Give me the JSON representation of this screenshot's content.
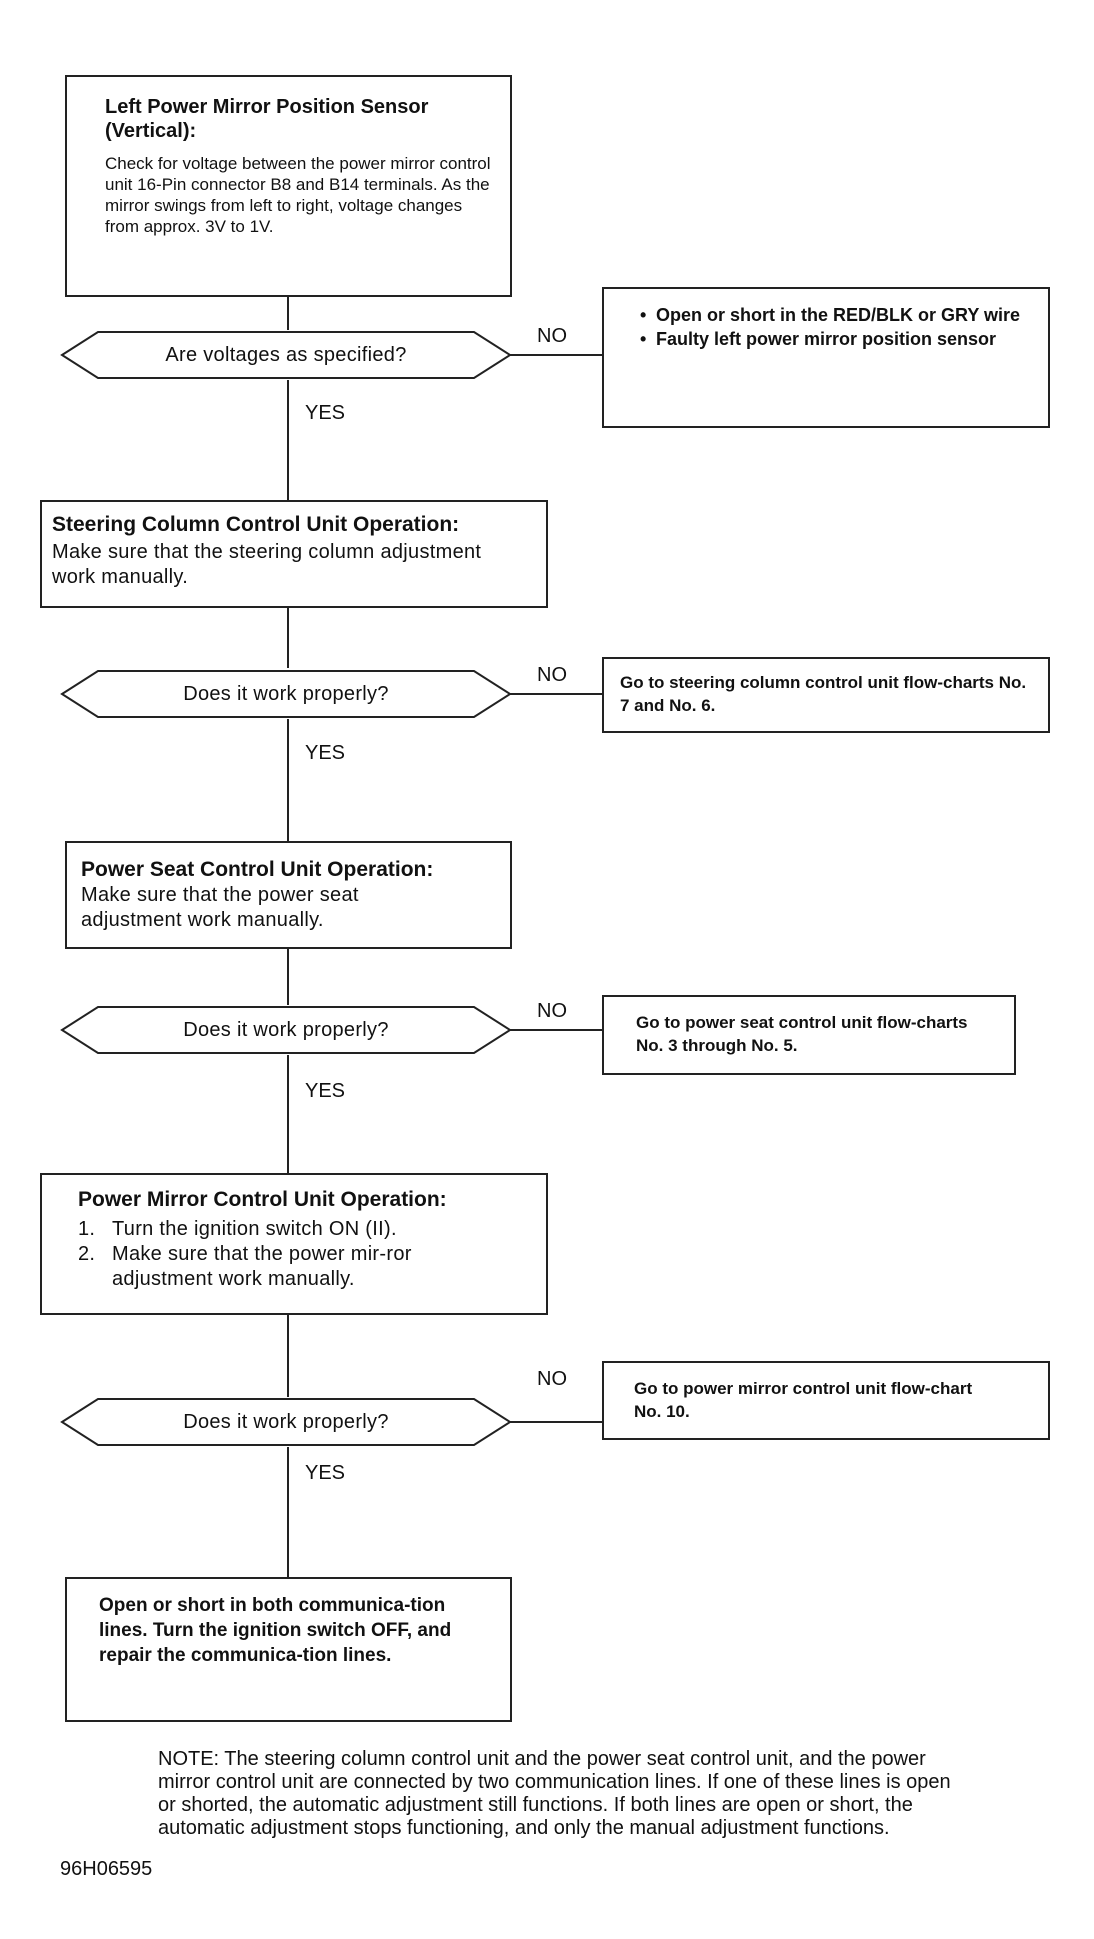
{
  "box1": {
    "title": "Left Power Mirror Position Sensor (Vertical):",
    "body": "Check for voltage between the power mirror control unit 16-Pin connector B8 and B14 terminals. As the mirror swings from left to right, voltage changes from approx. 3V to 1V."
  },
  "decision1": {
    "question": "Are voltages as specified?",
    "no_label": "NO",
    "yes_label": "YES",
    "no_result": [
      "Open or short in the RED/BLK or GRY wire",
      "Faulty left power mirror position sensor"
    ]
  },
  "box2": {
    "title": "Steering Column Control Unit Operation:",
    "body": "Make sure that the steering column adjustment work manually."
  },
  "decision2": {
    "question": "Does it work properly?",
    "no_label": "NO",
    "yes_label": "YES",
    "no_result": "Go to steering column control unit flow-charts No. 7 and No. 6."
  },
  "box3": {
    "title": "Power Seat Control Unit Operation:",
    "body": "Make sure that the power seat adjustment work manually."
  },
  "decision3": {
    "question": "Does it work properly?",
    "no_label": "NO",
    "yes_label": "YES",
    "no_result": "Go to power seat control unit flow-charts No. 3 through No. 5."
  },
  "box4": {
    "title": "Power Mirror Control Unit Operation:",
    "steps": [
      {
        "num": "1.",
        "text": "Turn the ignition switch ON (II)."
      },
      {
        "num": "2.",
        "text": "Make sure that the power mir-ror adjustment work manually."
      }
    ]
  },
  "decision4": {
    "question": "Does it work properly?",
    "no_label": "NO",
    "yes_label": "YES",
    "no_result": "Go to power mirror control unit flow-chart No. 10."
  },
  "final_box": {
    "text": "Open or short in both communica-tion lines. Turn the ignition switch OFF, and repair the communica-tion lines."
  },
  "note": "NOTE: The steering column control unit and the power seat control unit, and the power mirror control unit are connected by two communication lines. If one of these lines is open or shorted, the automatic adjustment still functions. If both lines are open or short, the automatic adjustment stops functioning, and only the manual adjustment functions.",
  "figure_code": "96H06595"
}
